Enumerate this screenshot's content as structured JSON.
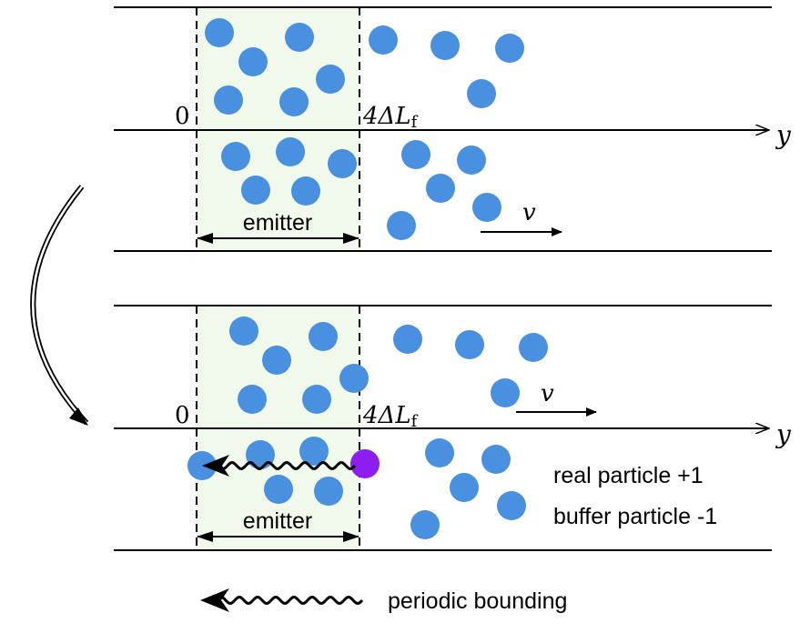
{
  "colors": {
    "particle": "#4a90e0",
    "buffer_particle": "#8e1ef0",
    "emitter_fill": "#f1f9ec",
    "line": "#000000"
  },
  "top_panel": {
    "origin_label": "0",
    "emitter_end_label": "4ΔL",
    "emitter_end_subscript": "f",
    "axis_label": "y",
    "velocity_label": "v",
    "emitter_label": "emitter"
  },
  "bottom_panel": {
    "origin_label": "0",
    "emitter_end_label": "4ΔL",
    "emitter_end_subscript": "f",
    "axis_label": "y",
    "velocity_label": "v",
    "emitter_label": "emitter",
    "real_particle_note": "real particle +1",
    "buffer_particle_note": "buffer particle -1"
  },
  "legend": {
    "periodic_label": "periodic bounding"
  }
}
